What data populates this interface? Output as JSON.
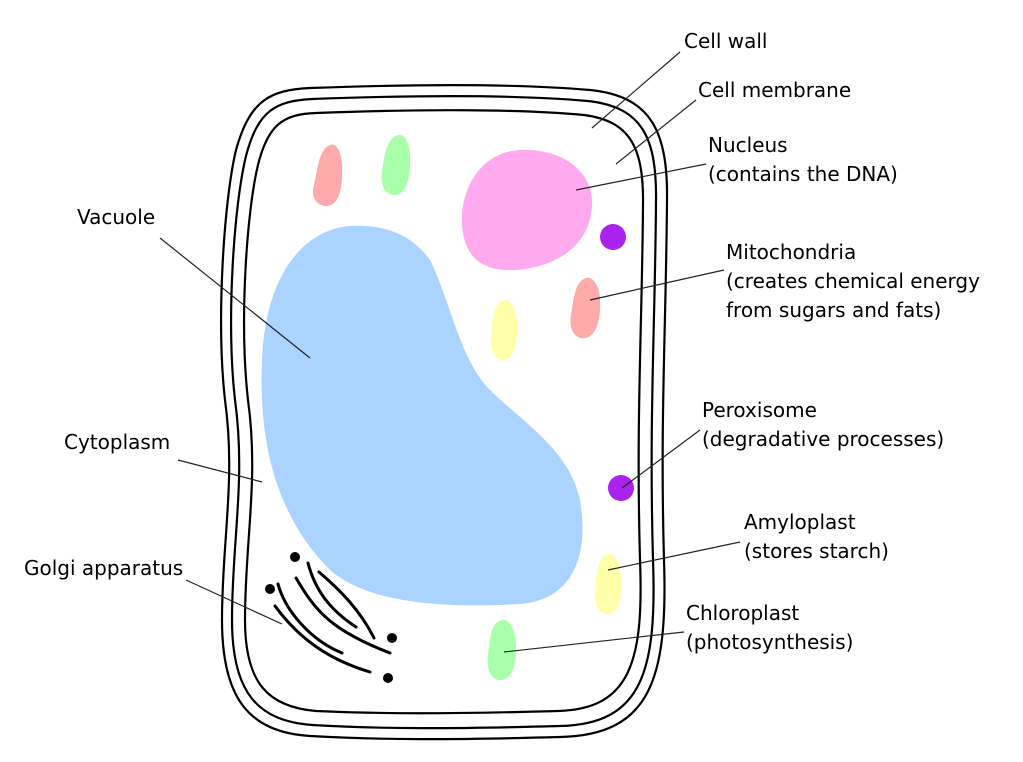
{
  "labels": {
    "cell_wall": "Cell wall",
    "cell_membrane": "Cell membrane",
    "nucleus": [
      "Nucleus",
      "(contains the DNA)"
    ],
    "vacuole": "Vacuole",
    "mitochondria": [
      "Mitochondria",
      "(creates chemical energy",
      "from sugars and fats)"
    ],
    "peroxisome": [
      "Peroxisome",
      "(degradative processes)"
    ],
    "cytoplasm": "Cytoplasm",
    "amyloplast": [
      "Amyloplast",
      "(stores starch)"
    ],
    "golgi": "Golgi apparatus",
    "chloroplast": [
      "Chloroplast",
      "(photosynthesis)"
    ]
  },
  "colors": {
    "vacuole": "#aad4ff",
    "nucleus": "#ffaaee",
    "mitochondria": "#ffaaaa",
    "chloroplast": "#aaffaa",
    "amyloplast": "#ffffaa",
    "peroxisome": "#aa22ee",
    "outline": "#000000"
  }
}
